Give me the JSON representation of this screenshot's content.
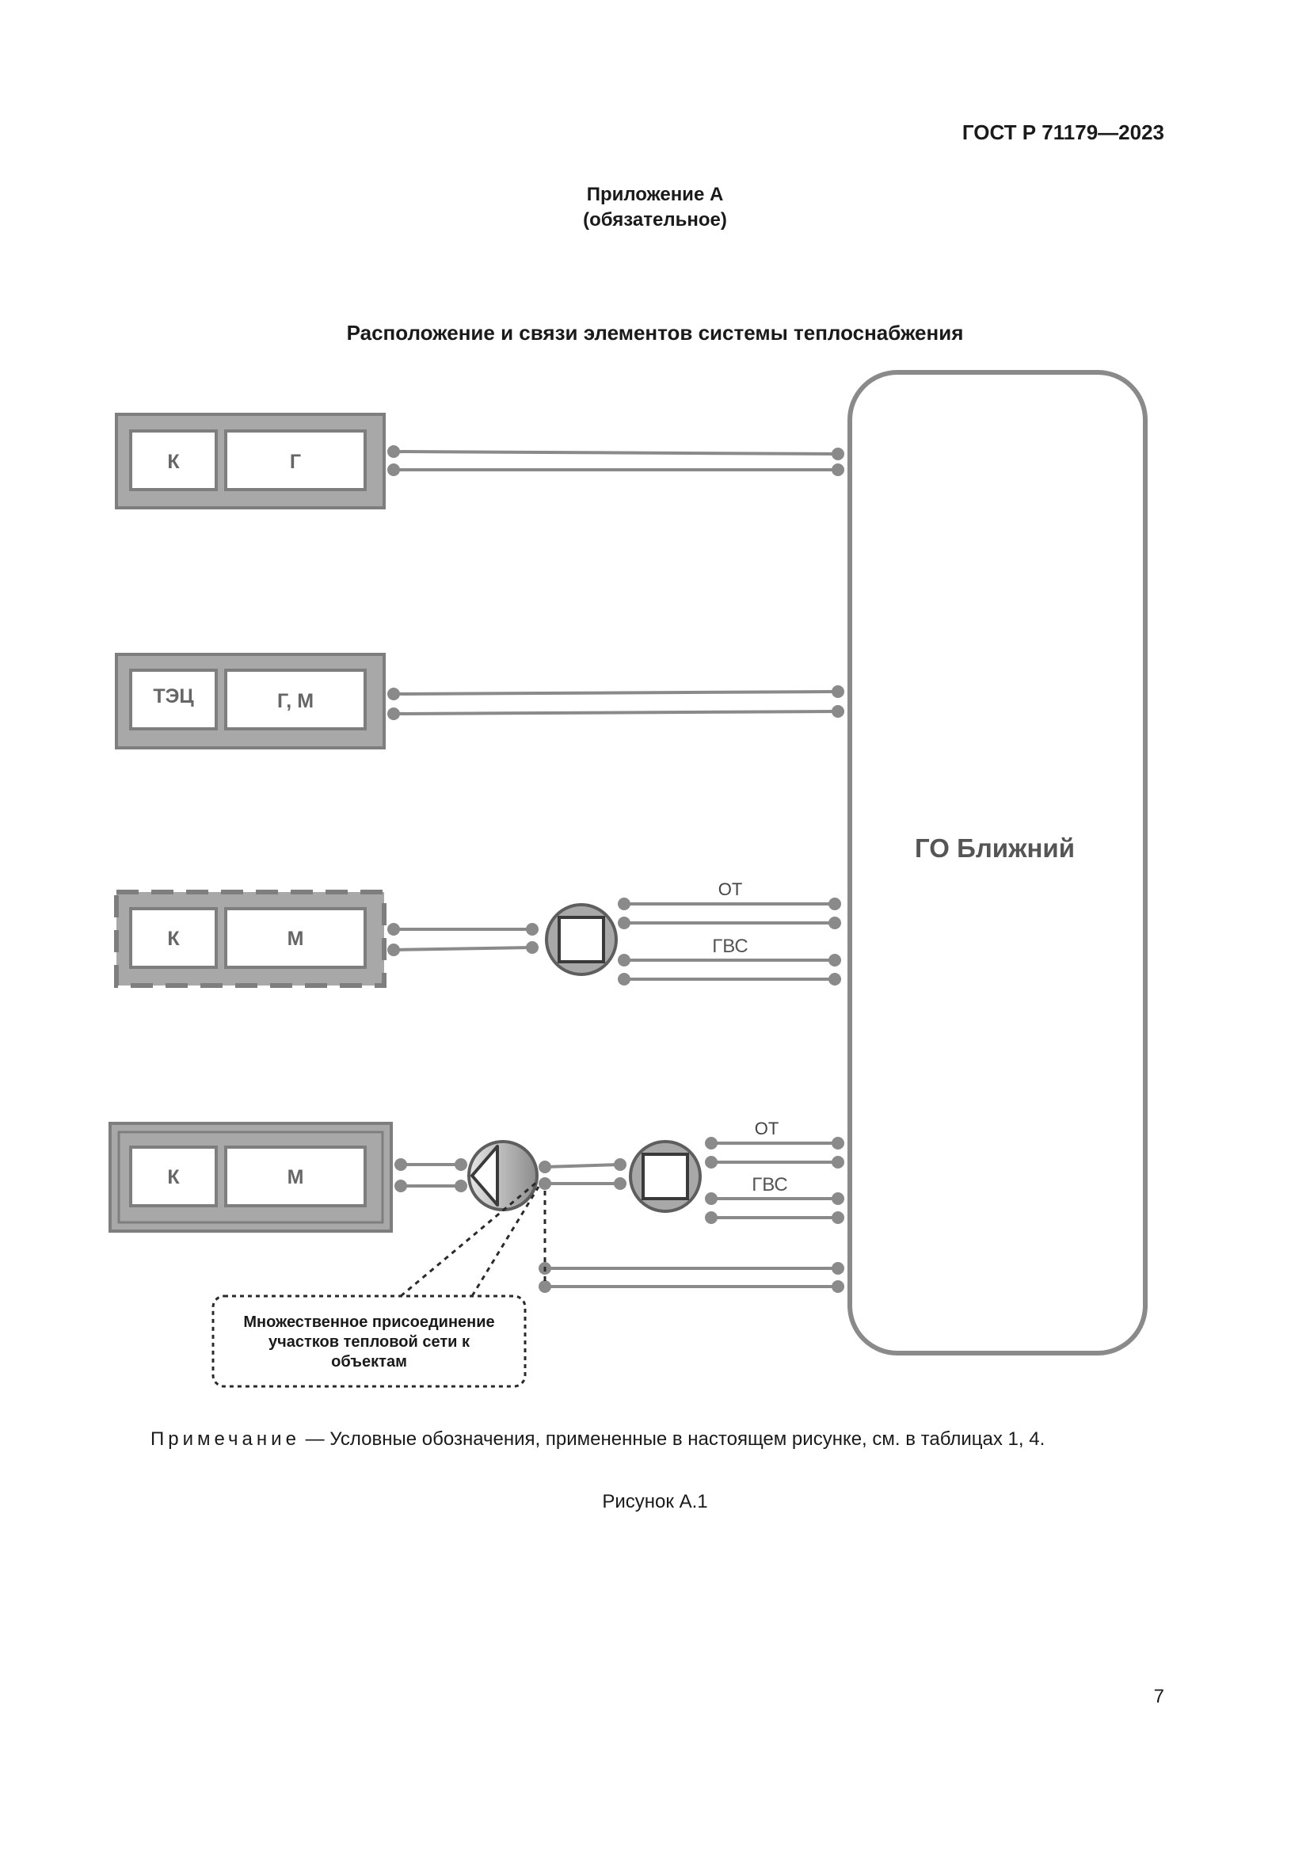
{
  "header": {
    "standard": "ГОСТ Р 71179—2023"
  },
  "annex": {
    "title": "Приложение А",
    "status": "(обязательное)"
  },
  "figure": {
    "title": "Расположение и связи элементов системы теплоснабжения",
    "district": "ГО Ближний",
    "source1": {
      "left": "К",
      "right": "Г"
    },
    "source2": {
      "left": "ТЭЦ",
      "right": "Г, М"
    },
    "source3": {
      "left": "К",
      "right": "М"
    },
    "source4": {
      "left": "К",
      "right": "М"
    },
    "label_ot": "ОТ",
    "label_gvs": "ГВС",
    "callout": [
      "Множественное присоединение",
      "участков тепловой сети к",
      "объектам"
    ],
    "caption": "Рисунок А.1"
  },
  "note": {
    "label": "Примечание",
    "text": " — Условные обозначения, примененные в настоящем рисунке, см. в таблицах 1, 4."
  },
  "footer": {
    "page_number": "7"
  }
}
